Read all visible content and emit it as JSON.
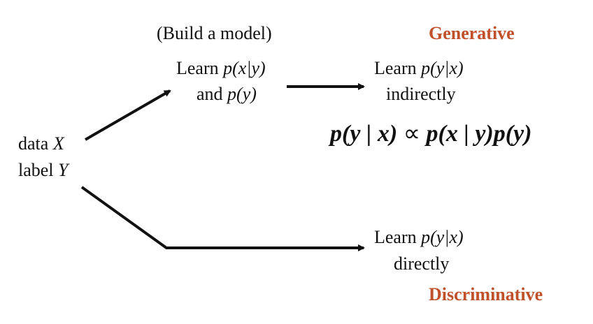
{
  "labels": {
    "build_model": "(Build a model)",
    "learn": "Learn",
    "and": "and",
    "indirectly": "indirectly",
    "directly": "directly",
    "data": "data",
    "label": "label",
    "var_x": "X",
    "var_y": "Y",
    "p_x_given_y": "p(x|y)",
    "p_y": "p(y)",
    "p_y_given_x": "p(y|x)"
  },
  "tags": {
    "generative": "Generative",
    "discriminative": "Discriminative",
    "accent_color": "#c0502a"
  },
  "formula": {
    "lhs": "p(y | x)",
    "op": "∝",
    "rhs": "p(x | y)p(y)"
  }
}
